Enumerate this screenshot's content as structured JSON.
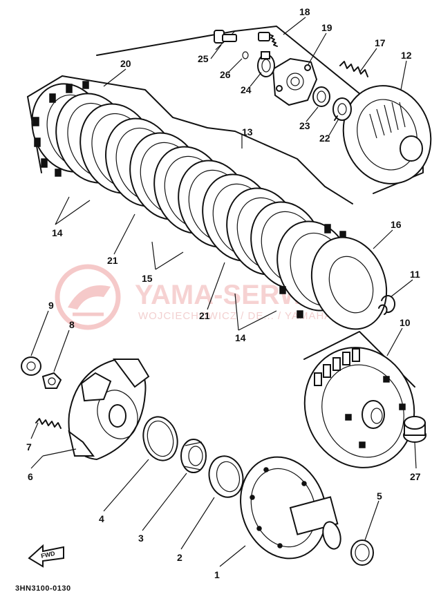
{
  "diagram": {
    "watermark": {
      "brand": "YAMA-SERWIS.PL",
      "subtitle": "WOJCIECHOWICZ / DE... / YAMAHA"
    },
    "drawing_code": "3HN3100-0130",
    "direction_marker": "FWD",
    "callouts": [
      {
        "id": "c1",
        "text": "1"
      },
      {
        "id": "c2",
        "text": "2"
      },
      {
        "id": "c3",
        "text": "3"
      },
      {
        "id": "c4",
        "text": "4"
      },
      {
        "id": "c5",
        "text": "5"
      },
      {
        "id": "c6",
        "text": "6"
      },
      {
        "id": "c7",
        "text": "7"
      },
      {
        "id": "c8",
        "text": "8"
      },
      {
        "id": "c9",
        "text": "9"
      },
      {
        "id": "c10",
        "text": "10"
      },
      {
        "id": "c11",
        "text": "11"
      },
      {
        "id": "c12",
        "text": "12"
      },
      {
        "id": "c13",
        "text": "13"
      },
      {
        "id": "c14a",
        "text": "14"
      },
      {
        "id": "c14b",
        "text": "14"
      },
      {
        "id": "c15",
        "text": "15"
      },
      {
        "id": "c16",
        "text": "16"
      },
      {
        "id": "c17",
        "text": "17"
      },
      {
        "id": "c18",
        "text": "18"
      },
      {
        "id": "c19",
        "text": "19"
      },
      {
        "id": "c20",
        "text": "20"
      },
      {
        "id": "c21a",
        "text": "21"
      },
      {
        "id": "c21b",
        "text": "21"
      },
      {
        "id": "c22",
        "text": "22"
      },
      {
        "id": "c23",
        "text": "23"
      },
      {
        "id": "c24",
        "text": "24"
      },
      {
        "id": "c25",
        "text": "25"
      },
      {
        "id": "c26",
        "text": "26"
      },
      {
        "id": "c27",
        "text": "27"
      }
    ]
  }
}
